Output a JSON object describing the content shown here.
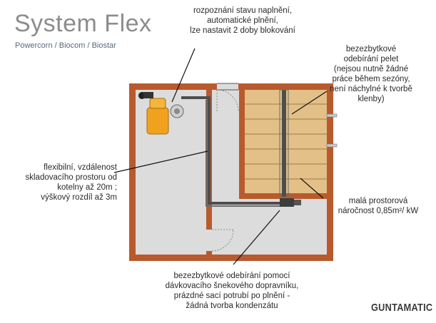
{
  "header": {
    "title": "System Flex",
    "subtitle": "Powercorn / Biocom / Biostar"
  },
  "annotations": {
    "fill_status": "rozpoznání stavu naplnění,\nautomatické plnění,\nlze nastavit 2 doby blokování",
    "pellet_extraction": "bezezbytkové\nodebírání pelet\n(nejsou nutně žádné\npráce během sezóny,\nnení náchylné k tvorbě\nklenby)",
    "flexible_distance": "flexibilní, vzdálenost\nskladovacího prostoru od\nkotelny až 20m ;\nvýškový rozdíl až 3m",
    "small_space": "malá prostorová\nnáročnost 0,85m²/ kW",
    "auger_extraction": "bezezbytkové odebírání pomocí\ndávkovacího šnekového dopravníku,\nprázdné sací potrubí po plnění -\nžádná tvorba kondenzátu"
  },
  "brand": "GUNTAMATIC",
  "colors": {
    "wall": "#b85a2e",
    "floor": "#dcdcdc",
    "storage_wood": "#e2c088",
    "pipe": "#4d4d4d",
    "boiler": "#f0a21e"
  }
}
